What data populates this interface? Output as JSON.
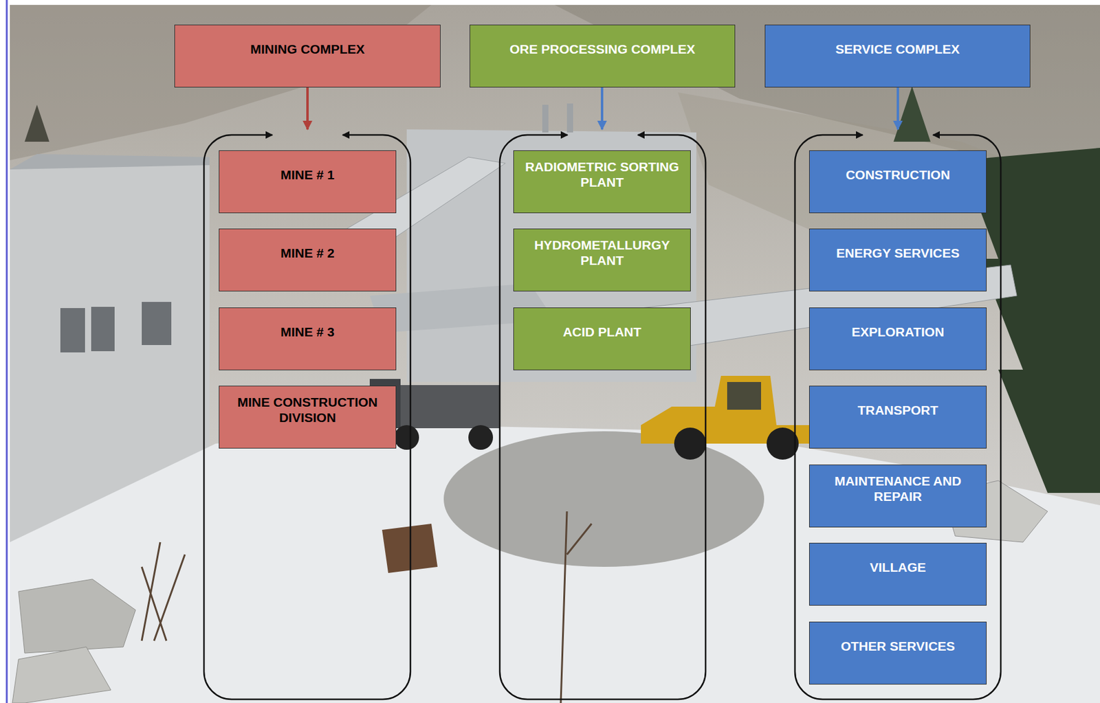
{
  "diagram": {
    "nodes": [
      {
        "text": [
          "MINING COMPLEX"
        ]
      },
      {
        "text": [
          "MINE # 1"
        ]
      },
      {
        "text": [
          "MINE # 2"
        ]
      },
      {
        "text": [
          "MINE # 3"
        ]
      },
      {
        "text": [
          "MINE CONSTRUCTION DIVISION"
        ]
      },
      {
        "text": [
          "ORE PROCESSING COMPLEX"
        ]
      },
      {
        "text": [
          "RADIOMETRIC SORTING PLANT"
        ]
      },
      {
        "text": [
          "HYDROMETALLURGY PLANT"
        ]
      },
      {
        "text": [
          "ACID PLANT"
        ]
      },
      {
        "text": [
          "SERVICE COMPLEX"
        ]
      },
      {
        "text": [
          "CONSTRUCTION"
        ]
      },
      {
        "text": [
          "ENERGY SERVICES"
        ]
      },
      {
        "text": [
          "EXPLORATION"
        ]
      },
      {
        "text": [
          "TRANSPORT"
        ]
      },
      {
        "text": [
          "MAINTENANCE AND REPAIR"
        ]
      },
      {
        "text": [
          "VILLAGE"
        ]
      },
      {
        "text": [
          "OTHER SERVICES"
        ]
      }
    ]
  }
}
